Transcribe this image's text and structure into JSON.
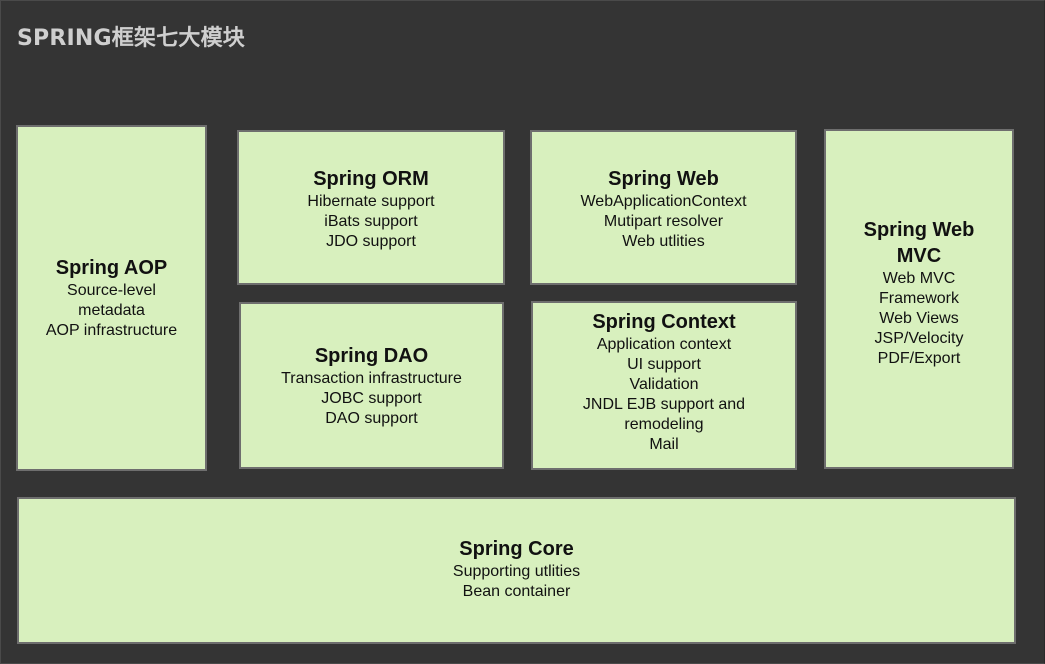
{
  "page": {
    "title": "SPRING框架七大模块"
  },
  "colors": {
    "background": "#343434",
    "module_fill": "#d8f0be",
    "module_border": "#6e6e6e",
    "title_text": "#cfcfcf"
  },
  "modules": {
    "aop": {
      "title": "Spring AOP",
      "lines": [
        "Source-level",
        "metadata",
        "AOP infrastructure"
      ]
    },
    "orm": {
      "title": "Spring ORM",
      "lines": [
        "Hibernate support",
        "iBats support",
        "JDO support"
      ]
    },
    "dao": {
      "title": "Spring DAO",
      "lines": [
        "Transaction infrastructure",
        "JOBC support",
        "DAO support"
      ]
    },
    "web": {
      "title": "Spring Web",
      "lines": [
        "WebApplicationContext",
        "Mutipart resolver",
        "Web utlities"
      ]
    },
    "context": {
      "title": "Spring Context",
      "lines": [
        "Application context",
        "UI support",
        "Validation",
        "JNDL EJB support and",
        "remodeling",
        "Mail"
      ]
    },
    "mvc": {
      "title_lines": [
        "Spring Web",
        "MVC"
      ],
      "lines": [
        "Web MVC",
        "Framework",
        "Web Views",
        "JSP/Velocity",
        "PDF/Export"
      ]
    },
    "core": {
      "title": "Spring Core",
      "lines": [
        "Supporting utlities",
        "Bean container"
      ]
    }
  }
}
